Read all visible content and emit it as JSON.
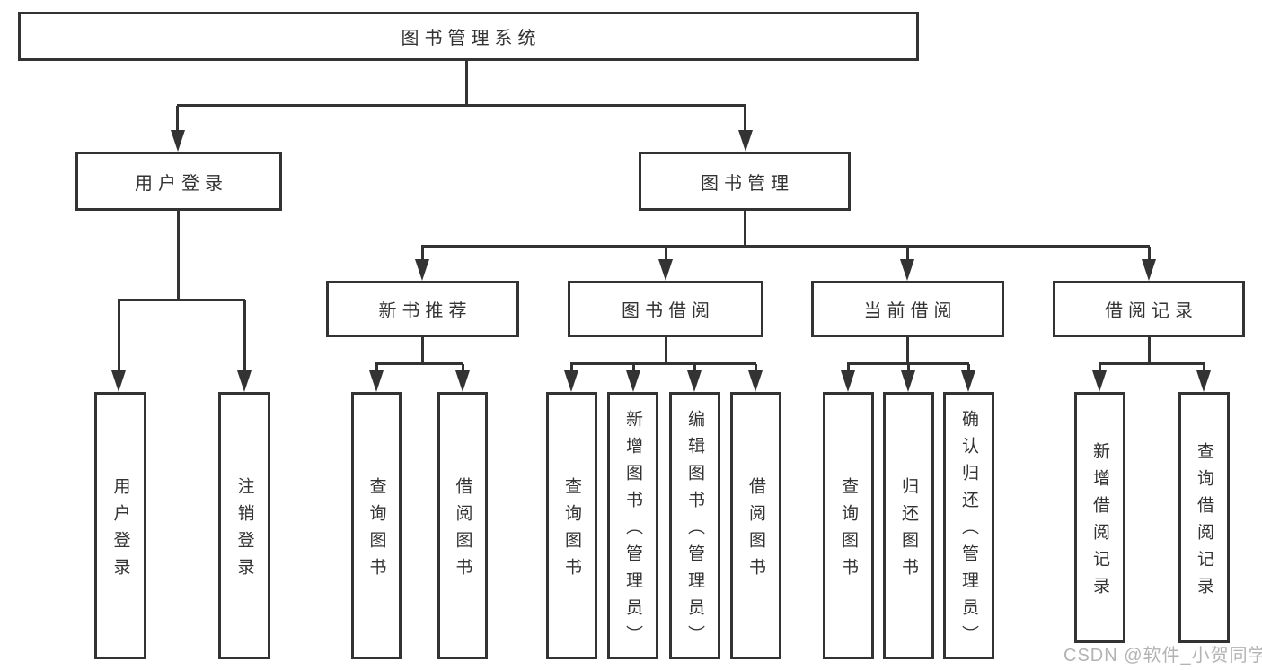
{
  "diagram": {
    "root": {
      "label": "图书管理系统"
    },
    "level2": {
      "user_login": {
        "label": "用户登录"
      },
      "book_management": {
        "label": "图书管理"
      }
    },
    "level3": {
      "new_books": {
        "label": "新书推荐"
      },
      "book_borrowing": {
        "label": "图书借阅"
      },
      "current_borrowing": {
        "label": "当前借阅"
      },
      "borrowing_records": {
        "label": "借阅记录"
      }
    },
    "leaves": {
      "user_login": [
        "用户登录",
        "注销登录"
      ],
      "new_books": [
        "查询图书",
        "借阅图书"
      ],
      "book_borrowing": [
        "查询图书",
        "新增图书（管理员）",
        "编辑图书（管理员）",
        "借阅图书"
      ],
      "current_borrowing": [
        "查询图书",
        "归还图书",
        "确认归还（管理员）"
      ],
      "borrowing_records": [
        "新增借阅记录",
        "查询借阅记录"
      ]
    },
    "colors": {
      "line": "#333333",
      "text": "#333333",
      "watermark": "#b3b3b3",
      "background": "#ffffff"
    }
  },
  "watermark": {
    "text": "CSDN @软件_小贺同学"
  }
}
